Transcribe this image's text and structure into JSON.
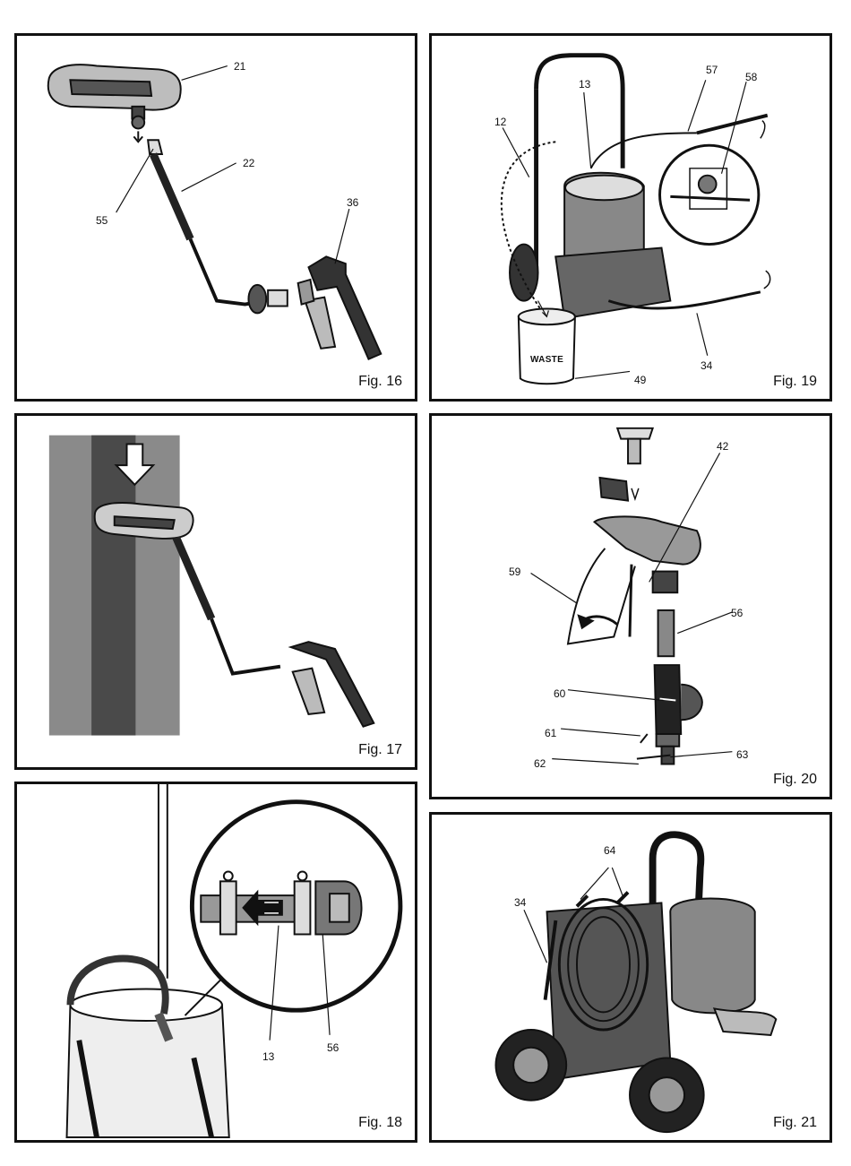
{
  "figures": {
    "fig16": {
      "caption": "Fig. 16",
      "labels": {
        "l21": "21",
        "l22": "22",
        "l55": "55",
        "l36": "36"
      }
    },
    "fig19": {
      "caption": "Fig. 19",
      "labels": {
        "l57": "57",
        "l58": "58",
        "l13": "13",
        "l12": "12",
        "l49": "49",
        "l34": "34"
      },
      "container_text": "WASTE"
    },
    "fig17": {
      "caption": "Fig. 17"
    },
    "fig20": {
      "caption": "Fig. 20",
      "labels": {
        "l42": "42",
        "l59": "59",
        "l56": "56",
        "l60": "60",
        "l61": "61",
        "l62": "62",
        "l63": "63"
      }
    },
    "fig18": {
      "caption": "Fig. 18",
      "labels": {
        "l13": "13",
        "l56": "56"
      }
    },
    "fig21": {
      "caption": "Fig. 21",
      "labels": {
        "l64": "64",
        "l34": "34"
      }
    }
  },
  "colors": {
    "line": "#111111",
    "dark_gray": "#4a4a4a",
    "mid_gray": "#8a8a8a",
    "light_gray": "#c8c8c8"
  }
}
